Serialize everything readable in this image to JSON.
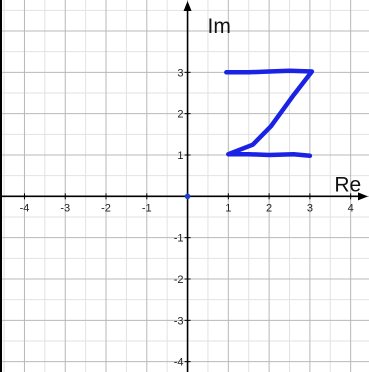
{
  "plane": {
    "x_range": [
      -4.6,
      4.45
    ],
    "y_range": [
      -4.25,
      4.75
    ],
    "major_step": 1,
    "minor_step": 0.5,
    "x_ticks": [
      -4,
      -3,
      -2,
      -1,
      1,
      2,
      3,
      4
    ],
    "y_ticks": [
      -4,
      -3,
      -2,
      -1,
      1,
      2,
      3
    ],
    "x_axis_label": "Re",
    "y_axis_label": "Im",
    "grid": true
  },
  "origin_point": {
    "x": 0,
    "y": 0,
    "color": "#1a3fd6"
  },
  "stroke": {
    "color": "#1a22e6",
    "points": [
      [
        0.95,
        3.0
      ],
      [
        1.5,
        3.0
      ],
      [
        2.0,
        3.02
      ],
      [
        2.5,
        3.04
      ],
      [
        3.05,
        3.02
      ],
      [
        2.6,
        2.45
      ],
      [
        2.05,
        1.7
      ],
      [
        1.6,
        1.25
      ],
      [
        1.0,
        1.02
      ],
      [
        1.5,
        1.02
      ],
      [
        2.0,
        1.0
      ],
      [
        2.6,
        1.02
      ],
      [
        3.0,
        0.98
      ]
    ]
  },
  "colors": {
    "grid_major": "#b8b8b8",
    "grid_minor": "#e2e2e2",
    "axis": "#000000"
  }
}
